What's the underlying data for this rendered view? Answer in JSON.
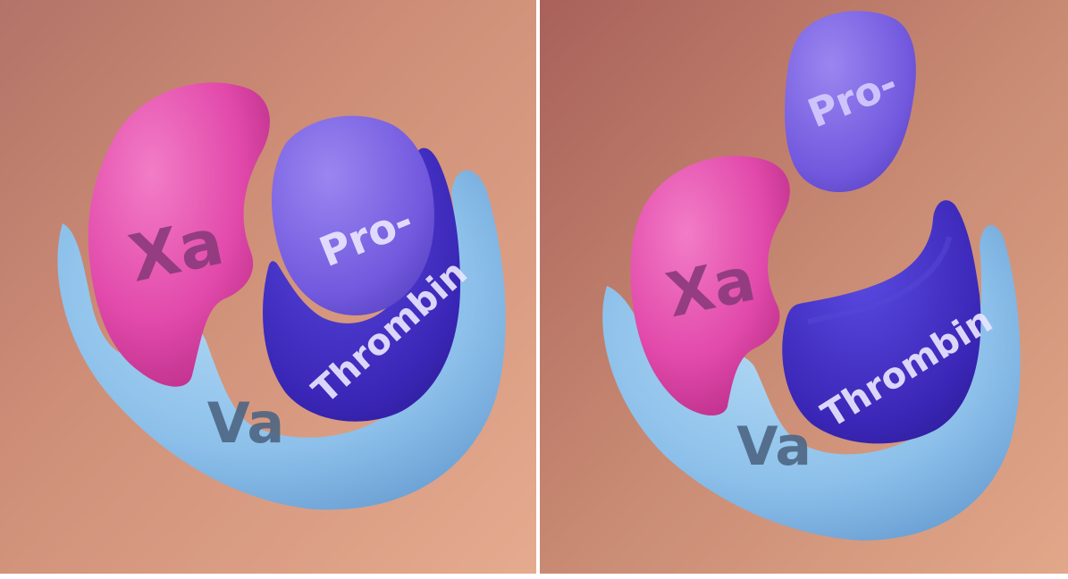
{
  "panels": [
    {
      "id": "before-release",
      "labels": {
        "xa": "Xa",
        "pro": "Pro-",
        "thrombin": "Thrombin",
        "va": "Va"
      }
    },
    {
      "id": "after-release",
      "labels": {
        "xa": "Xa",
        "pro": "Pro-",
        "thrombin": "Thrombin",
        "va": "Va"
      }
    }
  ],
  "colors": {
    "background_light": "#e2a184",
    "background_dark": "#a9655a",
    "xa_protein": "#e44fae",
    "va_protein": "#7fb6e3",
    "thrombin_protein": "#3f2fbf",
    "pro_protein": "#7d63e3",
    "label_dark": "#4d6683",
    "label_xa": "#8b3a7c",
    "label_light": "#e9e5ff"
  }
}
